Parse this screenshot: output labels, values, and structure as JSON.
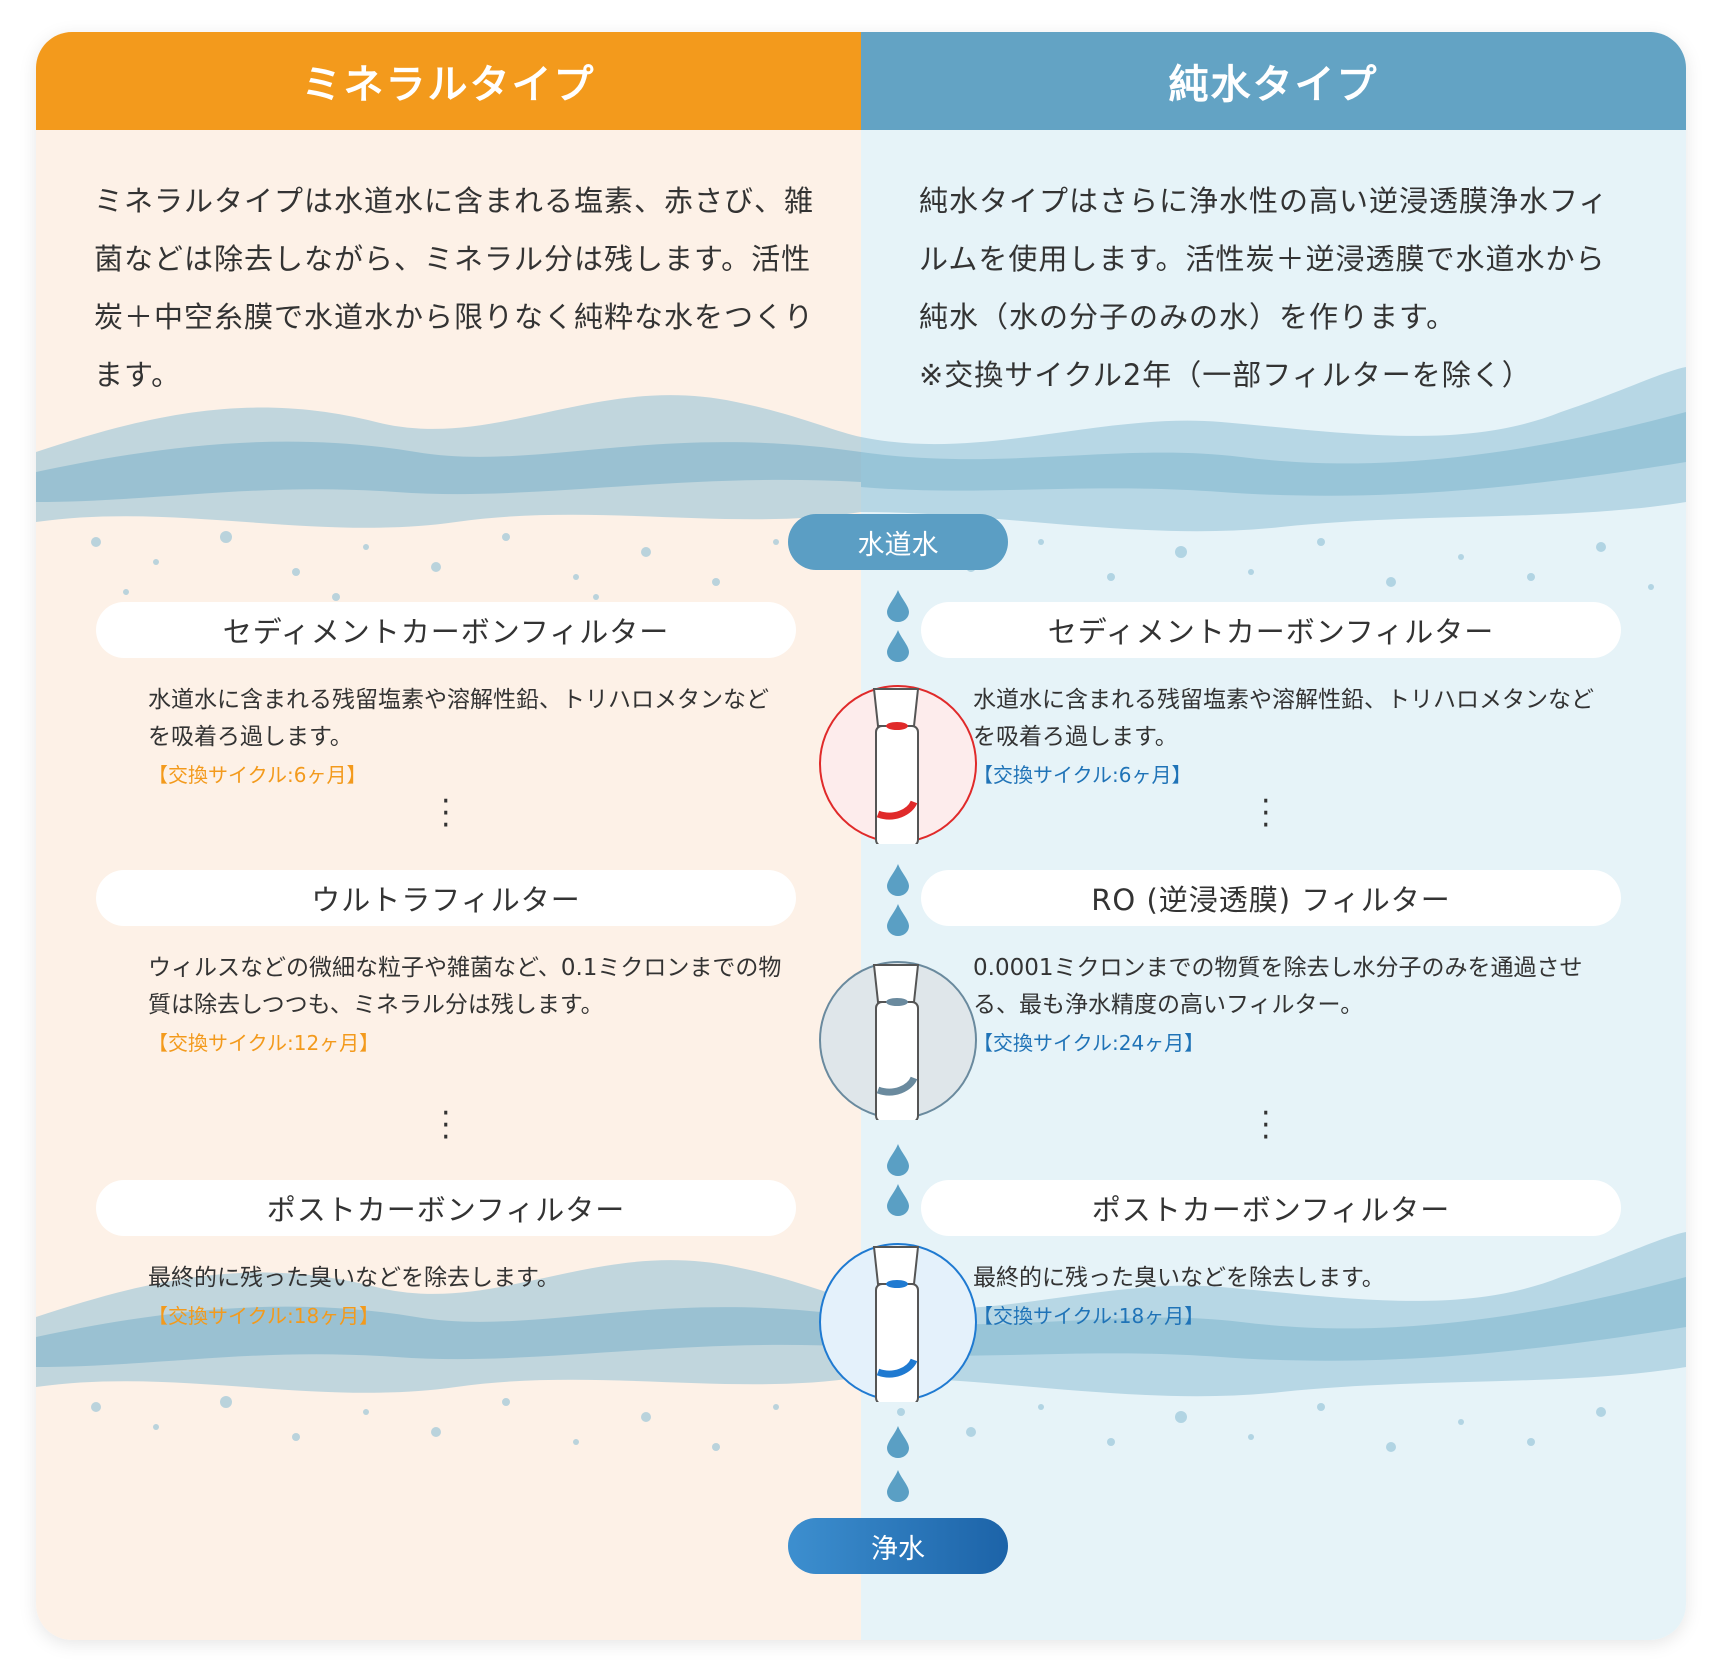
{
  "left": {
    "header": "ミネラルタイプ",
    "description": "ミネラルタイプは水道水に含まれる塩素、赤さび、雑菌などは除去しながら、ミネラル分は残します。活性炭＋中空糸膜で水道水から限りなく純粋な水をつくります。",
    "filters": [
      {
        "name": "セディメントカーボンフィルター",
        "text": "水道水に含まれる残留塩素や溶解性鉛、トリハロメタンなどを吸着ろ過します。",
        "cycle": "【交換サイクル:6ヶ月】"
      },
      {
        "name": "ウルトラフィルター",
        "text": "ウィルスなどの微細な粒子や雑菌など、0.1ミクロンまでの物質は除去しつつも、ミネラル分は残します。",
        "cycle": "【交換サイクル:12ヶ月】"
      },
      {
        "name": "ポストカーボンフィルター",
        "text": "最終的に残った臭いなどを除去します。",
        "cycle": "【交換サイクル:18ヶ月】"
      }
    ]
  },
  "right": {
    "header": "純水タイプ",
    "description_lines": [
      "純水タイプはさらに浄水性の高い逆浸透膜浄水フィ",
      "ルムを使用します。活性炭＋逆浸透膜で水道水から",
      "純水（水の分子のみの水）を作ります。",
      "※交換サイクル2年（一部フィルターを除く）"
    ],
    "filters": [
      {
        "name": "セディメントカーボンフィルター",
        "text": "水道水に含まれる残留塩素や溶解性鉛、トリハロメタンなどを吸着ろ過します。",
        "cycle": "【交換サイクル:6ヶ月】"
      },
      {
        "name": "RO (逆浸透膜) フィルター",
        "text": "0.0001ミクロンまでの物質を除去し水分子のみを通過させる、最も浄水精度の高いフィルター。",
        "cycle": "【交換サイクル:24ヶ月】"
      },
      {
        "name": "ポストカーボンフィルター",
        "text": "最終的に残った臭いなどを除去します。",
        "cycle": "【交換サイクル:18ヶ月】"
      }
    ]
  },
  "center": {
    "start_label": "水道水",
    "end_label": "浄水",
    "filter_icons": [
      {
        "name": "filter-cartridge-icon",
        "color": "#e02a2a"
      },
      {
        "name": "filter-cartridge-icon",
        "color": "#6a8a9e"
      },
      {
        "name": "filter-cartridge-icon",
        "color": "#1f7ad1"
      }
    ],
    "drop_color": "#5a9fc4"
  },
  "colors": {
    "orange": "#f39a1c",
    "blue_header": "#63a3c4",
    "left_bg": "#fdf1e7",
    "right_bg": "#e6f3f8",
    "water": "#8fc0d6"
  }
}
